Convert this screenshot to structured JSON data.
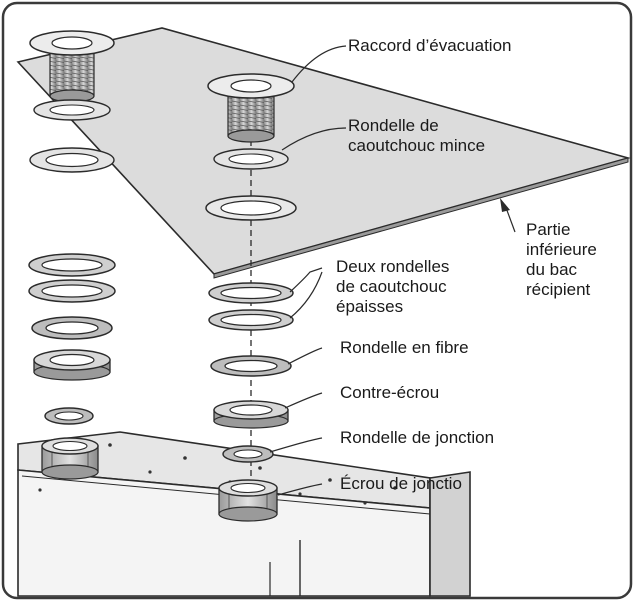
{
  "labels": {
    "raccord": "Raccord d’évacuation",
    "rondelle_mince_l1": "Rondelle de",
    "rondelle_mince_l2": "caoutchouc mince",
    "partie_l1": "Partie",
    "partie_l2": "inférieure",
    "partie_l3": "du bac",
    "partie_l4": "récipient",
    "deux_l1": "Deux rondelles",
    "deux_l2": "de caoutchouc",
    "deux_l3": "épaisses",
    "fibre": "Rondelle en fibre",
    "contre_ecrou": "Contre-écrou",
    "jonction": "Rondelle de jonction",
    "ecrou": "Écrou de jonctio"
  },
  "colors": {
    "line": "#2b2b2b",
    "panel_fill": "#dcdcdc",
    "part_light": "#ececec",
    "part_mid": "#c4c4c4",
    "part_dark": "#8a8a8a",
    "frame": "#3a3a3a"
  }
}
